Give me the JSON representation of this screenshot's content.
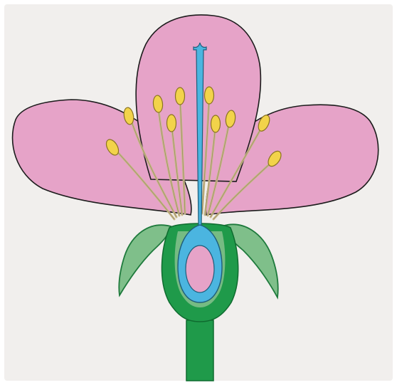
{
  "diagram": {
    "subject": "flower-cross-section",
    "colors": {
      "background": "#f1efed",
      "petal": "#e6a3c8",
      "petal_outline": "#1c1c1c",
      "pistil": "#4bb5e0",
      "ovary_inner": "#e6a3c8",
      "receptacle": "#1f9a4a",
      "sepal": "#7fbf8a",
      "sepal_outline": "#1e7a3c",
      "filament": "#c9b98a",
      "anther": "#f2d34a"
    },
    "parts": [
      "petals",
      "stamens",
      "pistil",
      "ovary",
      "sepals",
      "receptacle",
      "stem"
    ]
  }
}
